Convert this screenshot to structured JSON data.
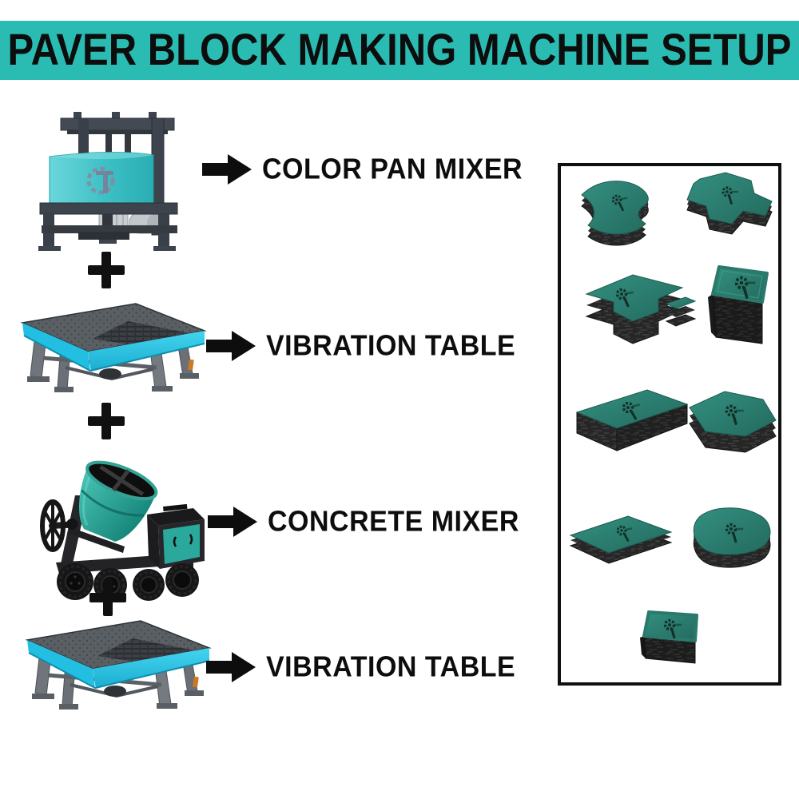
{
  "header": {
    "title": "PAVER BLOCK MAKING MACHINE SETUP",
    "bg_color": "#2abcb2",
    "text_color": "#0d0d0d"
  },
  "flow": {
    "separator": "+",
    "arrow_icon": "right-arrow",
    "steps": [
      {
        "label": "COLOR PAN MIXER",
        "machine": "color-pan-mixer"
      },
      {
        "label": "VIBRATION TABLE",
        "machine": "vibration-table"
      },
      {
        "label": "CONCRETE MIXER",
        "machine": "concrete-mixer"
      },
      {
        "label": "VIBRATION TABLE",
        "machine": "vibration-table"
      }
    ]
  },
  "products_panel": {
    "border_color": "#101010",
    "blocks": [
      {
        "name": "wave-paver-block"
      },
      {
        "name": "trihex-paver-block"
      },
      {
        "name": "l-shaped-paver-block"
      },
      {
        "name": "cube-paver-block"
      },
      {
        "name": "rectangle-paver-block"
      },
      {
        "name": "hexagon-paver-block"
      },
      {
        "name": "diamond-paver-block"
      },
      {
        "name": "cobble-paver-block"
      },
      {
        "name": "square-paver-block"
      }
    ]
  },
  "colors": {
    "header_bg": "#2abcb2",
    "text": "#0d0d0d",
    "machine_frame_gray": "#3e444d",
    "pan_drum_teal": "#41c4c8",
    "table_skirt_cyan": "#2ec9e9",
    "mixer_drum_teal": "#2fae9f",
    "block_top_teal": "#2b8174",
    "block_side_charcoal": "#262626"
  }
}
